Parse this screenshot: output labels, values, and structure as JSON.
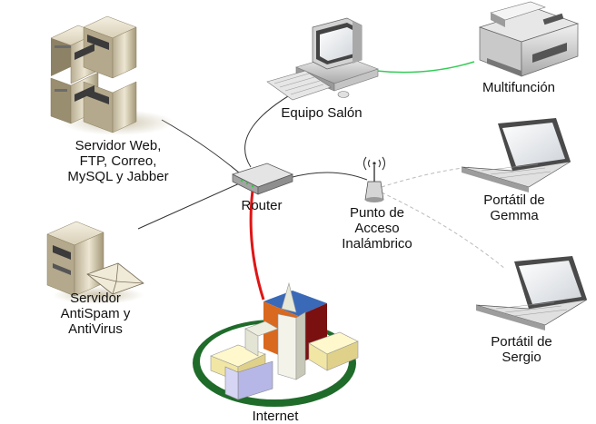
{
  "nodes": {
    "web_server": {
      "label_lines": [
        "Servidor Web,",
        "FTP, Correo,",
        "MySQL y Jabber"
      ],
      "icon": "server-rack-icon"
    },
    "antispam_server": {
      "label_lines": [
        "Servidor",
        "AntiSpam y",
        "AntiVirus"
      ],
      "icon": "server-tower-icon"
    },
    "desktop": {
      "label_lines": [
        "Equipo Salón"
      ],
      "icon": "desktop-computer-icon"
    },
    "printer": {
      "label_lines": [
        "Multifunción"
      ],
      "icon": "printer-icon"
    },
    "router": {
      "label_lines": [
        "Router"
      ],
      "icon": "router-icon"
    },
    "access_point": {
      "label_lines": [
        "Punto de",
        "Acceso",
        "Inalámbrico"
      ],
      "icon": "wireless-access-point-icon"
    },
    "laptop_gemma": {
      "label_lines": [
        "Portátil de",
        "Gemma"
      ],
      "icon": "laptop-icon"
    },
    "laptop_sergio": {
      "label_lines": [
        "Portátil de",
        "Sergio"
      ],
      "icon": "laptop-icon"
    },
    "internet": {
      "label_lines": [
        "Internet"
      ],
      "icon": "internet-town-icon"
    }
  },
  "links": [
    {
      "from": "web_server",
      "to": "router",
      "style": "wired",
      "color": "#333333"
    },
    {
      "from": "antispam_server",
      "to": "router",
      "style": "wired",
      "color": "#333333"
    },
    {
      "from": "desktop",
      "to": "router",
      "style": "wired",
      "color": "#333333"
    },
    {
      "from": "router",
      "to": "access_point",
      "style": "wired",
      "color": "#333333"
    },
    {
      "from": "desktop",
      "to": "printer",
      "style": "wired",
      "color": "#33cc55"
    },
    {
      "from": "router",
      "to": "internet",
      "style": "wired",
      "color": "#e01515"
    },
    {
      "from": "access_point",
      "to": "laptop_gemma",
      "style": "wireless",
      "color": "#bbbbbb"
    },
    {
      "from": "access_point",
      "to": "laptop_sergio",
      "style": "wireless",
      "color": "#bbbbbb"
    }
  ]
}
